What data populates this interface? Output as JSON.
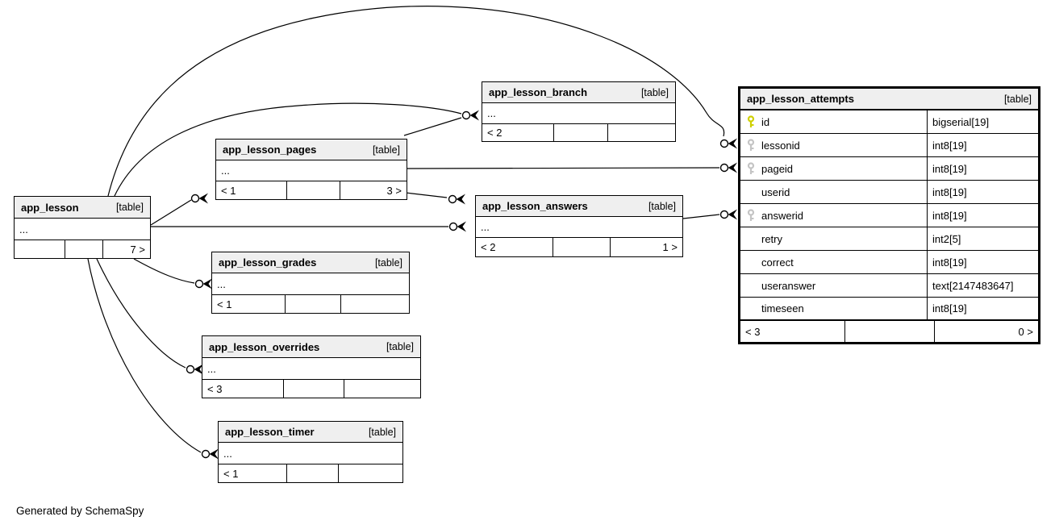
{
  "diagram": {
    "generated_by": "Generated by SchemaSpy",
    "elision": "..."
  },
  "colors": {
    "primary_key": "#cfd000",
    "foreign_key": "#c4c4c4",
    "header_bg": "#efefef",
    "edge": "#000000"
  },
  "tables": {
    "app_lesson": {
      "name": "app_lesson",
      "badge": "[table]",
      "elision": "...",
      "footer": [
        "",
        "",
        "7 >"
      ]
    },
    "app_lesson_pages": {
      "name": "app_lesson_pages",
      "badge": "[table]",
      "elision": "...",
      "footer": [
        "< 1",
        "",
        "3 >"
      ]
    },
    "app_lesson_branch": {
      "name": "app_lesson_branch",
      "badge": "[table]",
      "elision": "...",
      "footer": [
        "< 2",
        "",
        ""
      ]
    },
    "app_lesson_answers": {
      "name": "app_lesson_answers",
      "badge": "[table]",
      "elision": "...",
      "footer": [
        "< 2",
        "",
        "1 >"
      ]
    },
    "app_lesson_grades": {
      "name": "app_lesson_grades",
      "badge": "[table]",
      "elision": "...",
      "footer": [
        "< 1",
        "",
        ""
      ]
    },
    "app_lesson_overrides": {
      "name": "app_lesson_overrides",
      "badge": "[table]",
      "elision": "...",
      "footer": [
        "< 3",
        "",
        ""
      ]
    },
    "app_lesson_timer": {
      "name": "app_lesson_timer",
      "badge": "[table]",
      "elision": "...",
      "footer": [
        "< 1",
        "",
        ""
      ]
    },
    "app_lesson_attempts": {
      "name": "app_lesson_attempts",
      "badge": "[table]",
      "columns": [
        {
          "name": "id",
          "type": "bigserial[19]",
          "key": "primary"
        },
        {
          "name": "lessonid",
          "type": "int8[19]",
          "key": "foreign"
        },
        {
          "name": "pageid",
          "type": "int8[19]",
          "key": "foreign"
        },
        {
          "name": "userid",
          "type": "int8[19]",
          "key": "none"
        },
        {
          "name": "answerid",
          "type": "int8[19]",
          "key": "foreign"
        },
        {
          "name": "retry",
          "type": "int2[5]",
          "key": "none"
        },
        {
          "name": "correct",
          "type": "int8[19]",
          "key": "none"
        },
        {
          "name": "useranswer",
          "type": "text[2147483647]",
          "key": "none"
        },
        {
          "name": "timeseen",
          "type": "int8[19]",
          "key": "none"
        }
      ],
      "footer": [
        "< 3",
        "",
        "0 >"
      ]
    }
  },
  "relationships": [
    {
      "from": "app_lesson",
      "to": "app_lesson_pages"
    },
    {
      "from": "app_lesson",
      "to": "app_lesson_branch"
    },
    {
      "from": "app_lesson",
      "to": "app_lesson_answers"
    },
    {
      "from": "app_lesson",
      "to": "app_lesson_grades"
    },
    {
      "from": "app_lesson",
      "to": "app_lesson_overrides"
    },
    {
      "from": "app_lesson",
      "to": "app_lesson_timer"
    },
    {
      "from": "app_lesson",
      "to": "app_lesson_attempts.lessonid"
    },
    {
      "from": "app_lesson_pages",
      "to": "app_lesson_branch"
    },
    {
      "from": "app_lesson_pages",
      "to": "app_lesson_answers"
    },
    {
      "from": "app_lesson_pages",
      "to": "app_lesson_attempts.pageid"
    },
    {
      "from": "app_lesson_answers",
      "to": "app_lesson_attempts.answerid"
    }
  ]
}
